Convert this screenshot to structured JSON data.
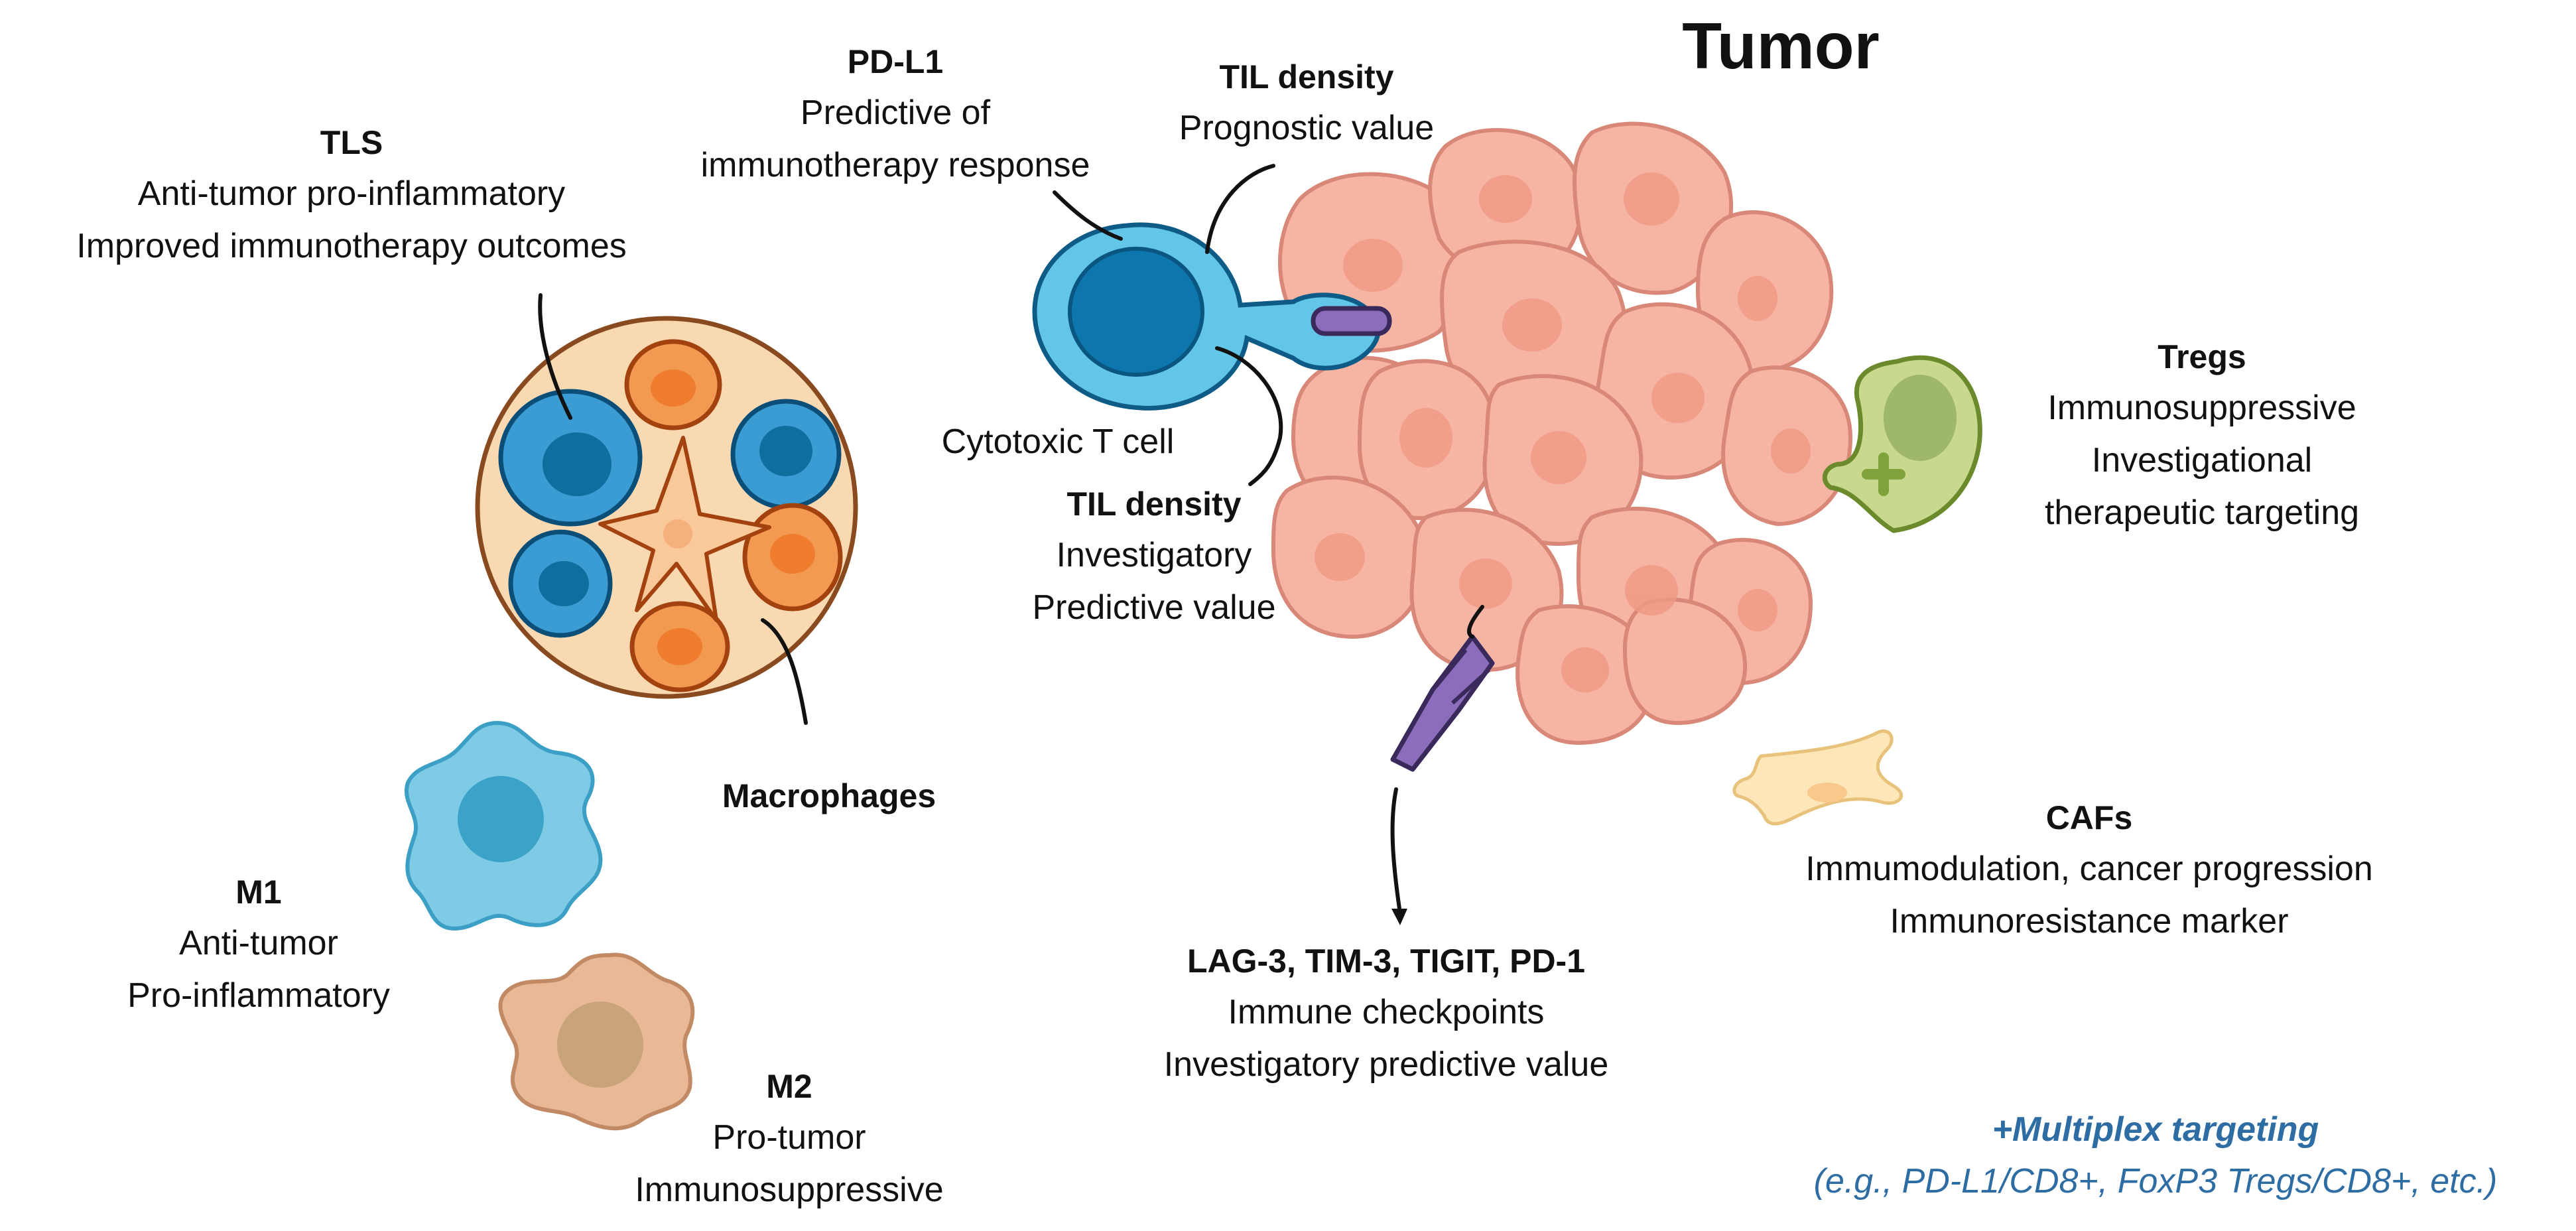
{
  "title": "Tumor",
  "cytotoxic_label": "Cytotoxic T cell",
  "macrophages_label": "Macrophages",
  "labels": {
    "tls": {
      "title": "TLS",
      "lines": [
        "Anti-tumor pro-inflammatory",
        "Improved immunotherapy outcomes"
      ]
    },
    "pdl1": {
      "title": "PD-L1",
      "lines": [
        "Predictive of",
        "immunotherapy response"
      ]
    },
    "til_prognostic": {
      "title": "TIL density",
      "lines": [
        "Prognostic value"
      ]
    },
    "til_investigatory": {
      "title": "TIL density",
      "lines": [
        "Investigatory",
        "Predictive value"
      ]
    },
    "tregs": {
      "title": "Tregs",
      "lines": [
        "Immunosuppressive",
        "Investigational",
        "therapeutic targeting"
      ]
    },
    "cafs": {
      "title": "CAFs",
      "lines": [
        "Immumodulation, cancer progression",
        "Immunoresistance marker"
      ]
    },
    "checkpoints": {
      "title": "LAG-3, TIM-3, TIGIT, PD-1",
      "lines": [
        "Immune checkpoints",
        "Investigatory predictive value"
      ]
    },
    "m1": {
      "title": "M1",
      "lines": [
        "Anti-tumor",
        "Pro-inflammatory"
      ]
    },
    "m2": {
      "title": "M2",
      "lines": [
        "Pro-tumor",
        "Immunosuppressive"
      ]
    }
  },
  "multiplex": {
    "title": "+Multiplex targeting",
    "examples": "(e.g., PD-L1/CD8+, FoxP3 Tregs/CD8+, etc.)"
  },
  "colors": {
    "tumor_fill": "#f6b5a3",
    "tumor_stroke": "#d98776",
    "tumor_nucleus": "#f09a86",
    "tcell_outer": "#63c5e8",
    "tcell_nucleus": "#0d76ad",
    "tls_bg": "#f8d9b1",
    "tls_blue_nucleus": "#0f6e9e",
    "tls_orange": "#f07d2e",
    "m1_fill": "#7fcbe5",
    "m2_fill": "#e8b897",
    "treg_fill": "#c8d98f",
    "caf_fill": "#fde7b8",
    "checkpoint": "#8b6dbb",
    "multiplex_text": "#2d6da3"
  }
}
